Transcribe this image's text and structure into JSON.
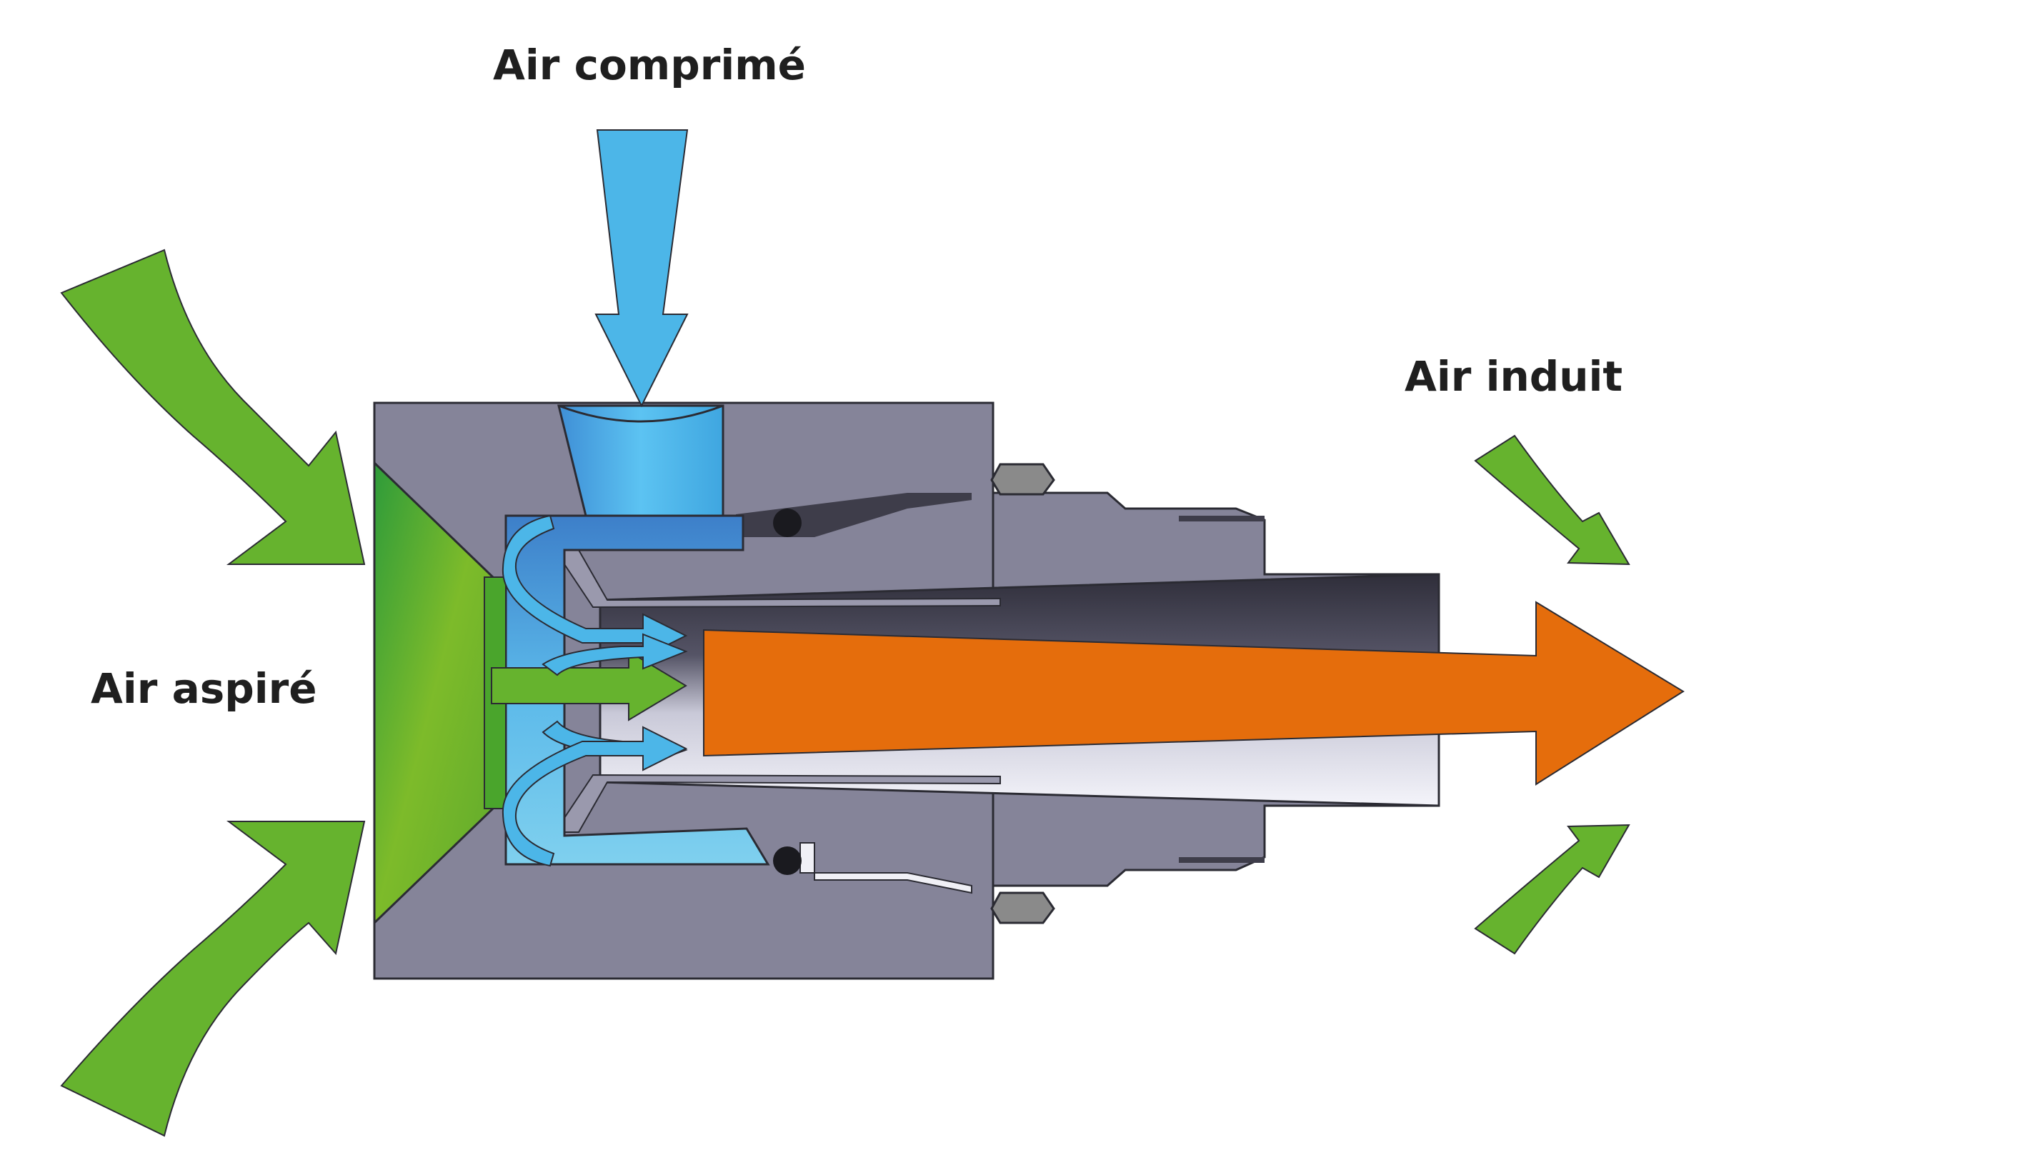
{
  "labels": {
    "compressed_air": "Air comprimé",
    "induced_air": "Air induit",
    "suction_air": "Air aspiré"
  },
  "colors": {
    "background": "#ffffff",
    "body_metal": "#858499",
    "body_dark": "#3e3d4a",
    "bore_light": "#e6e6f0",
    "compressed_air_blue": "#4cb6e8",
    "suction_green": "#66b32e",
    "output_orange": "#e56d0c",
    "outline": "#2b2b33"
  },
  "icons": {
    "compressed_air_arrow": "down-arrow-icon",
    "suction_arrows": "curved-arrow-icon",
    "output_arrow": "right-arrow-icon",
    "induced_arrows": "curved-arrow-icon"
  }
}
